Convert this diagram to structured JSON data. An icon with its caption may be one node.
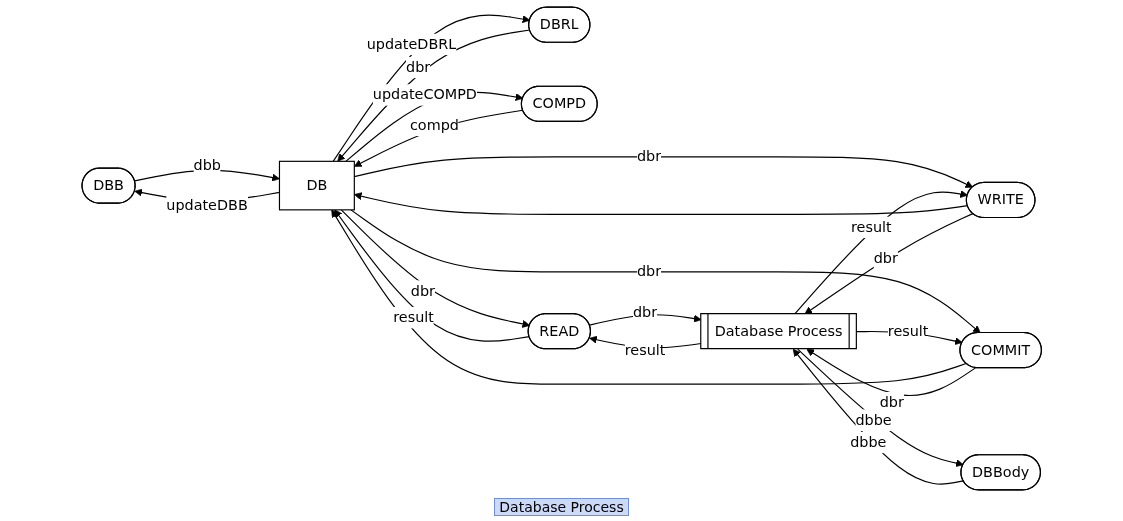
{
  "diagram": {
    "nodes": [
      {
        "text": [
          "DBB"
        ]
      },
      {
        "text": [
          "DBRL"
        ]
      },
      {
        "text": [
          "COMPD"
        ]
      },
      {
        "text": [
          "DB"
        ]
      },
      {
        "text": [
          "READ"
        ]
      },
      {
        "text": [
          "WRITE"
        ]
      },
      {
        "text": [
          "COMMIT"
        ]
      },
      {
        "text": [
          "Database Process"
        ]
      },
      {
        "text": [
          "DBBody"
        ]
      }
    ],
    "edges": [
      {
        "from": 3,
        "to": 0,
        "arrow": "to",
        "label": "updateDBB"
      },
      {
        "from": 0,
        "to": 3,
        "arrow": "to",
        "label": "dbb"
      },
      {
        "from": 3,
        "to": 1,
        "arrow": "to",
        "label": "updateDBRL"
      },
      {
        "from": 1,
        "to": 3,
        "arrow": "to",
        "label": "dbr"
      },
      {
        "from": 3,
        "to": 2,
        "arrow": "to",
        "label": "updateCOMPD"
      },
      {
        "from": 2,
        "to": 3,
        "arrow": "to",
        "label": "compd"
      },
      {
        "from": 3,
        "to": 4,
        "arrow": "to",
        "label": "dbr"
      },
      {
        "from": 4,
        "to": 3,
        "arrow": "to",
        "label": "result"
      },
      {
        "from": 3,
        "to": 5,
        "arrow": "to",
        "label": "dbr"
      },
      {
        "from": 5,
        "to": 3,
        "arrow": "to"
      },
      {
        "from": 3,
        "to": 6,
        "arrow": "to",
        "label": "dbr"
      },
      {
        "from": 6,
        "to": 3,
        "arrow": "to"
      },
      {
        "from": 4,
        "to": 7,
        "arrow": "to",
        "label": "dbr"
      },
      {
        "from": 7,
        "to": 4,
        "arrow": "to",
        "label": "result"
      },
      {
        "from": 5,
        "to": 7,
        "arrow": "to",
        "label": "dbr"
      },
      {
        "from": 7,
        "to": 5,
        "arrow": "to",
        "label": "result"
      },
      {
        "from": 6,
        "to": 7,
        "arrow": "to",
        "label": "dbr"
      },
      {
        "from": 7,
        "to": 6,
        "arrow": "to",
        "label": "result"
      },
      {
        "from": 7,
        "to": 8,
        "arrow": "to",
        "label": "dbbe"
      },
      {
        "from": 8,
        "to": 7,
        "arrow": "to",
        "label": "dbbe"
      }
    ],
    "labels": [
      "Database Process"
    ]
  }
}
